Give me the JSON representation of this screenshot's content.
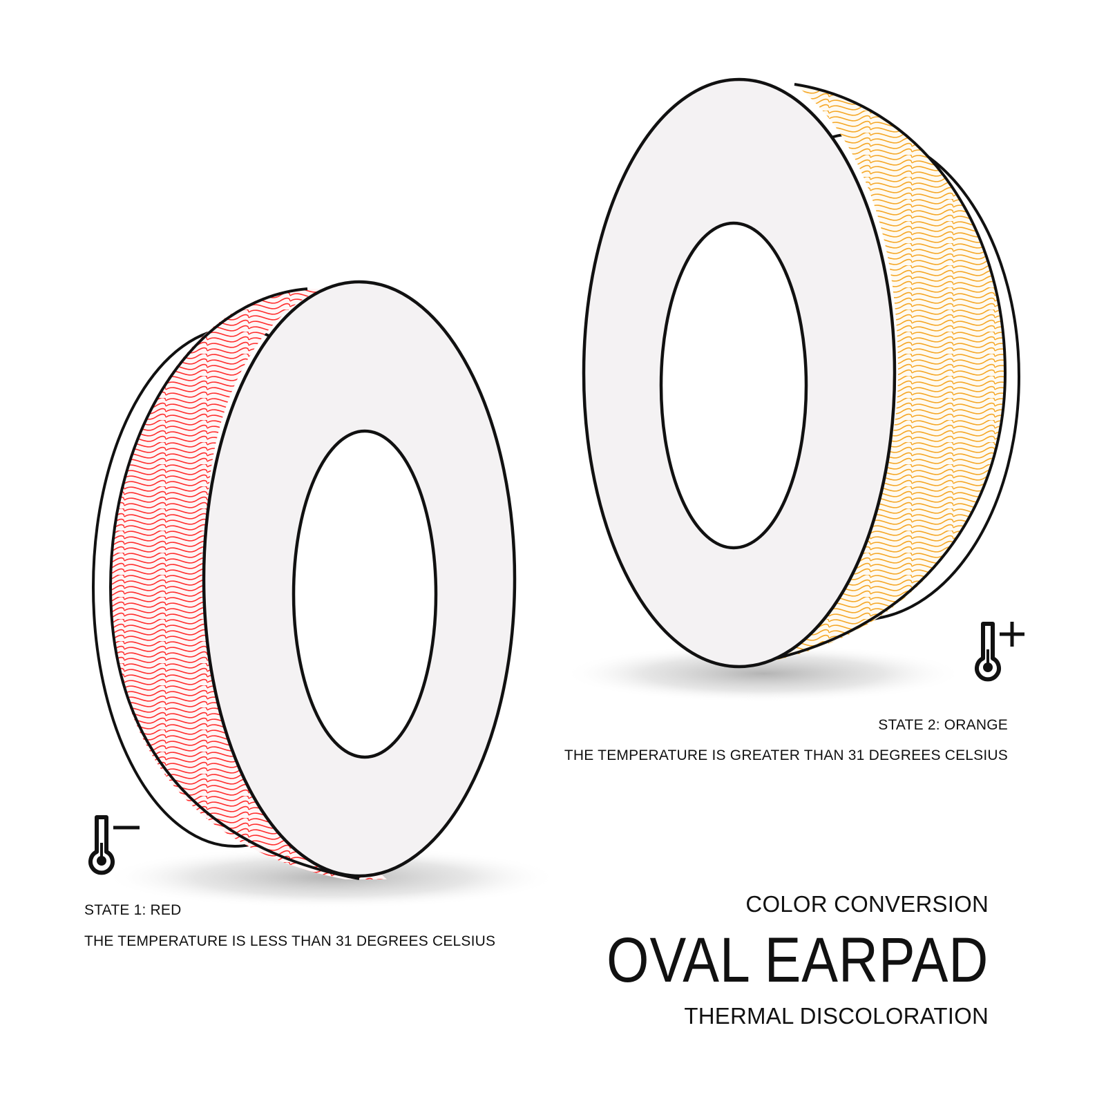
{
  "state1": {
    "title": "STATE 1: RED",
    "description": "THE TEMPERATURE IS LESS THAN 31 DEGREES CELSIUS",
    "icon": "thermometer-minus-icon",
    "pattern_color": "#ff2a2a"
  },
  "state2": {
    "title": "STATE 2: ORANGE",
    "description": "THE TEMPERATURE IS GREATER THAN 31 DEGREES CELSIUS",
    "icon": "thermometer-plus-icon",
    "pattern_color": "#f5a623"
  },
  "heading": {
    "kicker": "COLOR CONVERSION",
    "title": "OVAL EARPAD",
    "subtitle": "THERMAL DISCOLORATION"
  }
}
